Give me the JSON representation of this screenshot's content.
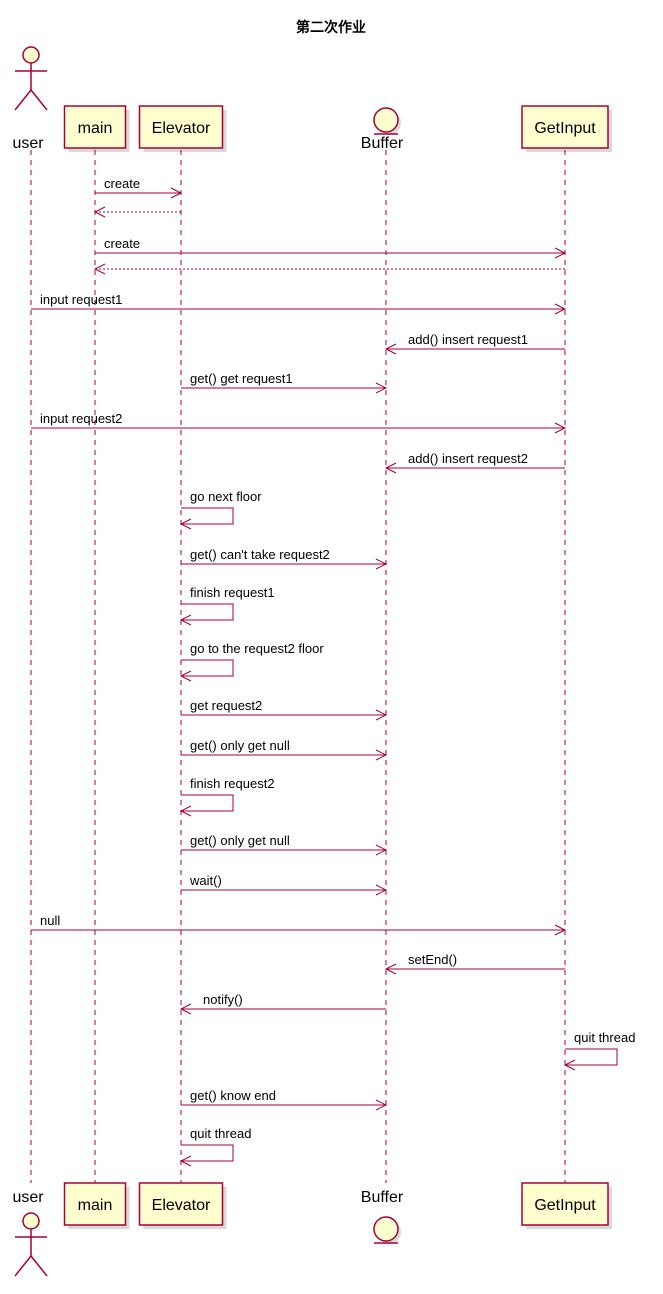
{
  "title": "第二次作业",
  "colors": {
    "line": "#A80036",
    "fill": "#FEFECE"
  },
  "participants": [
    {
      "id": "user",
      "label": "user",
      "kind": "actor"
    },
    {
      "id": "main",
      "label": "main",
      "kind": "participant"
    },
    {
      "id": "elevator",
      "label": "Elevator",
      "kind": "participant"
    },
    {
      "id": "buffer",
      "label": "Buffer",
      "kind": "entity"
    },
    {
      "id": "getinput",
      "label": "GetInput",
      "kind": "participant"
    }
  ],
  "messages": [
    {
      "from": "main",
      "to": "elevator",
      "label": "create",
      "style": "solid"
    },
    {
      "from": "elevator",
      "to": "main",
      "label": "",
      "style": "dashed"
    },
    {
      "from": "main",
      "to": "getinput",
      "label": "create",
      "style": "solid"
    },
    {
      "from": "getinput",
      "to": "main",
      "label": "",
      "style": "dashed"
    },
    {
      "from": "user",
      "to": "getinput",
      "label": "input request1",
      "style": "solid"
    },
    {
      "from": "getinput",
      "to": "buffer",
      "label": "add() insert request1",
      "style": "solid"
    },
    {
      "from": "elevator",
      "to": "buffer",
      "label": "get() get request1",
      "style": "solid"
    },
    {
      "from": "user",
      "to": "getinput",
      "label": "input request2",
      "style": "solid"
    },
    {
      "from": "getinput",
      "to": "buffer",
      "label": "add() insert request2",
      "style": "solid"
    },
    {
      "from": "elevator",
      "to": "elevator",
      "label": "go next floor",
      "style": "solid"
    },
    {
      "from": "elevator",
      "to": "buffer",
      "label": "get() can't take request2",
      "style": "solid"
    },
    {
      "from": "elevator",
      "to": "elevator",
      "label": "finish request1",
      "style": "solid"
    },
    {
      "from": "elevator",
      "to": "elevator",
      "label": "go to the request2 floor",
      "style": "solid"
    },
    {
      "from": "elevator",
      "to": "buffer",
      "label": "get request2",
      "style": "solid"
    },
    {
      "from": "elevator",
      "to": "buffer",
      "label": "get() only get null",
      "style": "solid"
    },
    {
      "from": "elevator",
      "to": "elevator",
      "label": "finish request2",
      "style": "solid"
    },
    {
      "from": "elevator",
      "to": "buffer",
      "label": "get() only get null",
      "style": "solid"
    },
    {
      "from": "elevator",
      "to": "buffer",
      "label": "wait()",
      "style": "solid"
    },
    {
      "from": "user",
      "to": "getinput",
      "label": "null",
      "style": "solid"
    },
    {
      "from": "getinput",
      "to": "buffer",
      "label": "setEnd()",
      "style": "solid"
    },
    {
      "from": "buffer",
      "to": "elevator",
      "label": "notify()",
      "style": "solid"
    },
    {
      "from": "getinput",
      "to": "getinput",
      "label": "quit thread",
      "style": "solid"
    },
    {
      "from": "elevator",
      "to": "buffer",
      "label": "get() know end",
      "style": "solid"
    },
    {
      "from": "elevator",
      "to": "elevator",
      "label": "quit thread",
      "style": "solid"
    }
  ]
}
